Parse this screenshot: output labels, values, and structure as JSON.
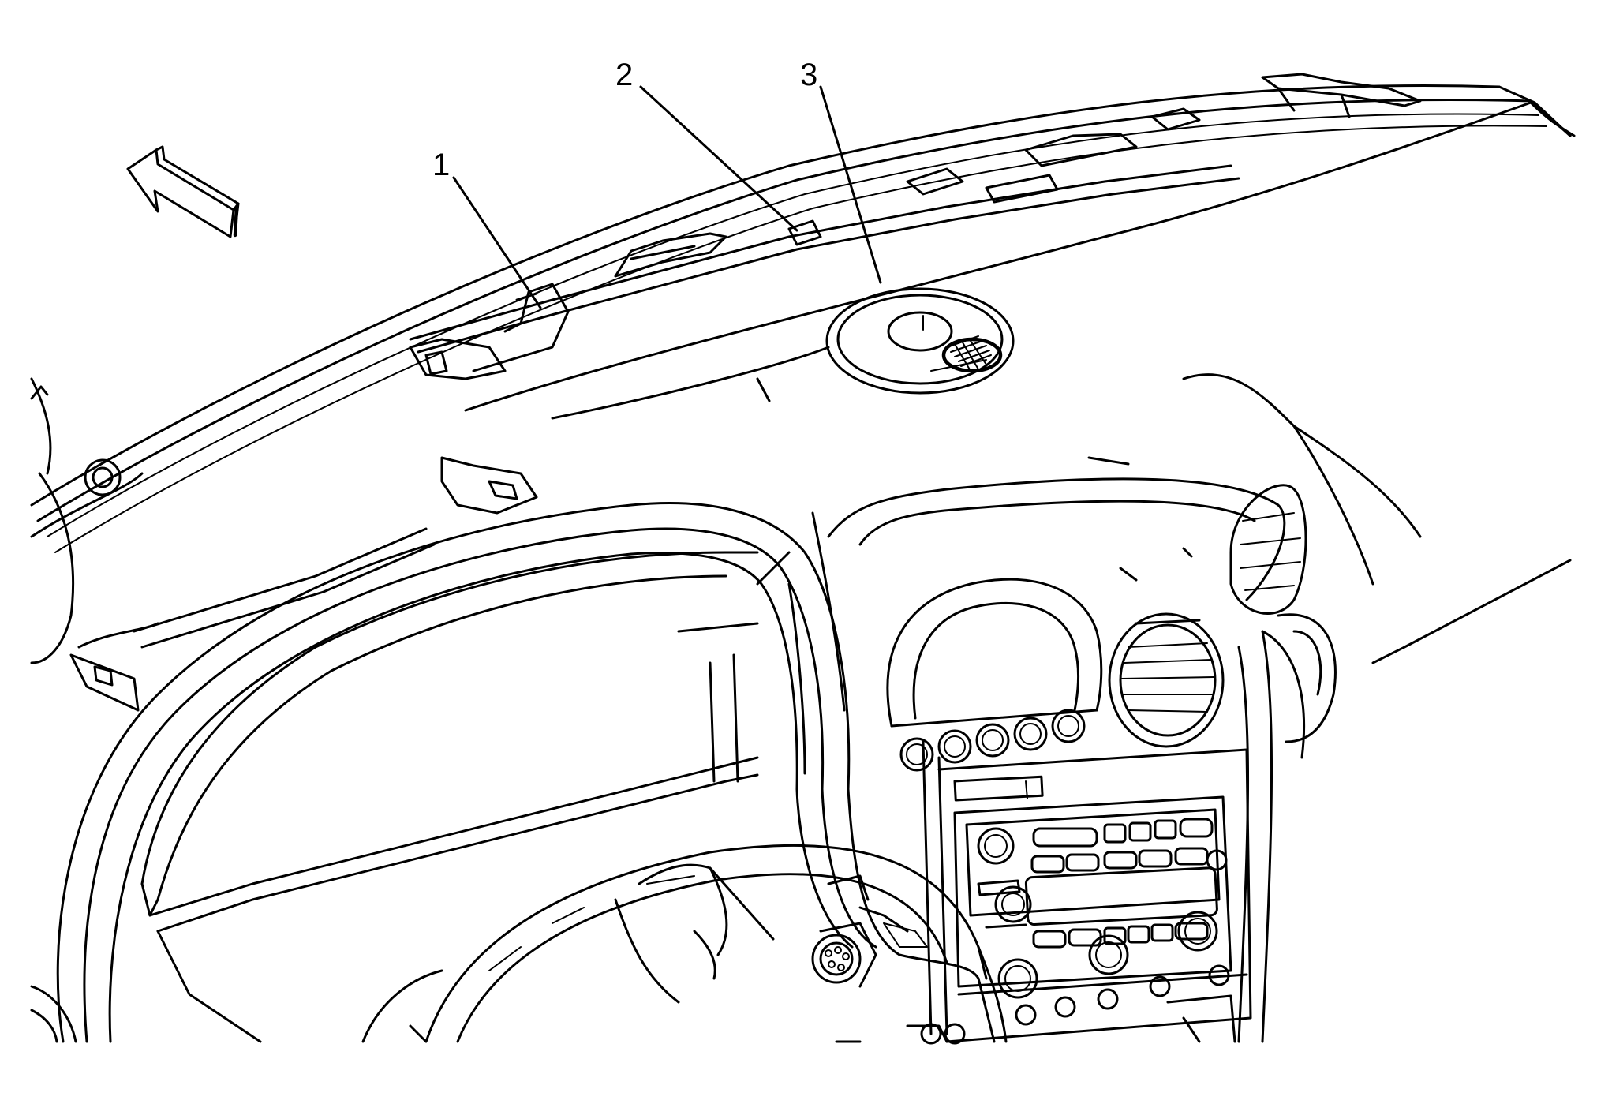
{
  "callouts": [
    {
      "id": "1",
      "label": "1"
    },
    {
      "id": "2",
      "label": "2"
    },
    {
      "id": "3",
      "label": "3"
    }
  ],
  "icons": {
    "direction_arrow": "forward-direction-arrow-icon"
  },
  "colors": {
    "line": "#000000",
    "background": "#ffffff"
  }
}
